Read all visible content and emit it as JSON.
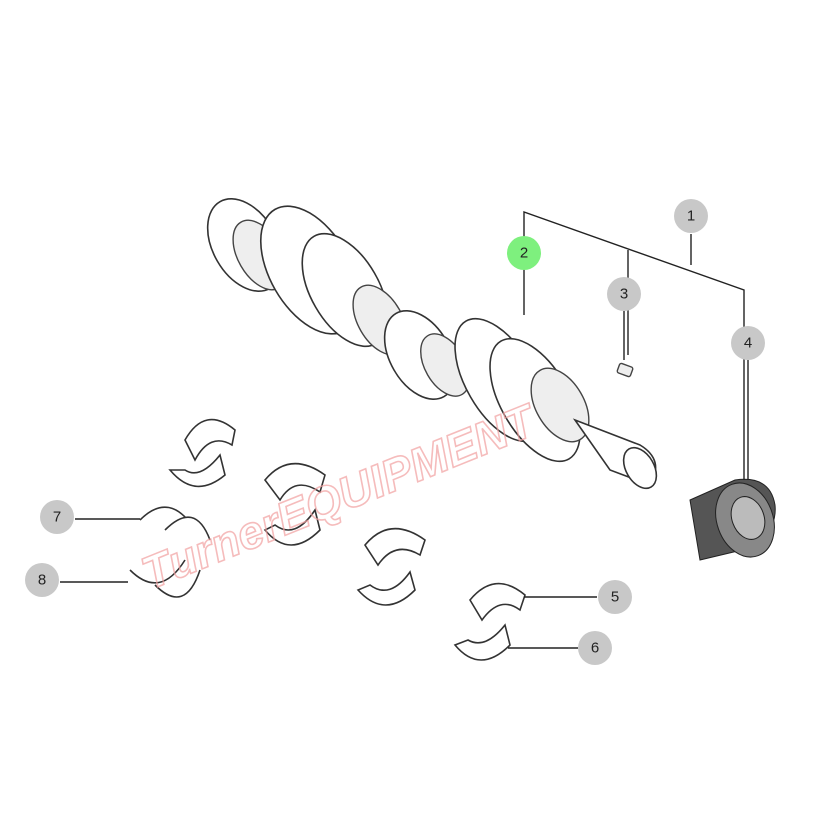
{
  "diagram": {
    "watermark": "TurnerEQUIPMENT",
    "callouts": [
      {
        "id": "1",
        "label": "1",
        "highlighted": false
      },
      {
        "id": "2",
        "label": "2",
        "highlighted": true
      },
      {
        "id": "3",
        "label": "3",
        "highlighted": false
      },
      {
        "id": "4",
        "label": "4",
        "highlighted": false
      },
      {
        "id": "5",
        "label": "5",
        "highlighted": false
      },
      {
        "id": "6",
        "label": "6",
        "highlighted": false
      },
      {
        "id": "7",
        "label": "7",
        "highlighted": false
      },
      {
        "id": "8",
        "label": "8",
        "highlighted": false
      }
    ],
    "colors": {
      "callout": "#c8c8c8",
      "highlight": "#7ef07e",
      "watermark": "#f2a0a0"
    }
  }
}
